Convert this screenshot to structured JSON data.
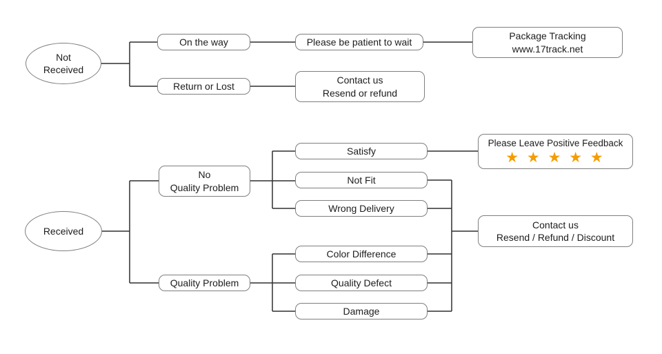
{
  "colors": {
    "line": "#2f2f2f",
    "box_border": "#7e7e7e",
    "star": "#F59C00",
    "text": "#1c1c1c",
    "background": "#ffffff"
  },
  "not_received_flow": {
    "root": {
      "line1": "Not",
      "line2": "Received"
    },
    "on_the_way": "On the way",
    "be_patient": "Please be patient to wait",
    "package_tracking": {
      "line1": "Package Tracking",
      "line2": "www.17track.net"
    },
    "return_or_lost": "Return or Lost",
    "contact": {
      "line1": "Contact us",
      "line2": "Resend or refund"
    }
  },
  "received_flow": {
    "root": "Received",
    "no_quality_problem": {
      "line1": "No",
      "line2": "Quality Problem"
    },
    "quality_problem": "Quality Problem",
    "satisfy": "Satisfy",
    "not_fit": "Not Fit",
    "wrong_delivery": "Wrong Delivery",
    "color_difference": "Color Difference",
    "quality_defect": "Quality Defect",
    "damage": "Damage",
    "feedback": {
      "title": "Please Leave Positive Feedback",
      "stars": "★ ★ ★ ★ ★",
      "star_count": 5
    },
    "contact": {
      "line1": "Contact us",
      "line2": "Resend / Refund / Discount"
    }
  }
}
